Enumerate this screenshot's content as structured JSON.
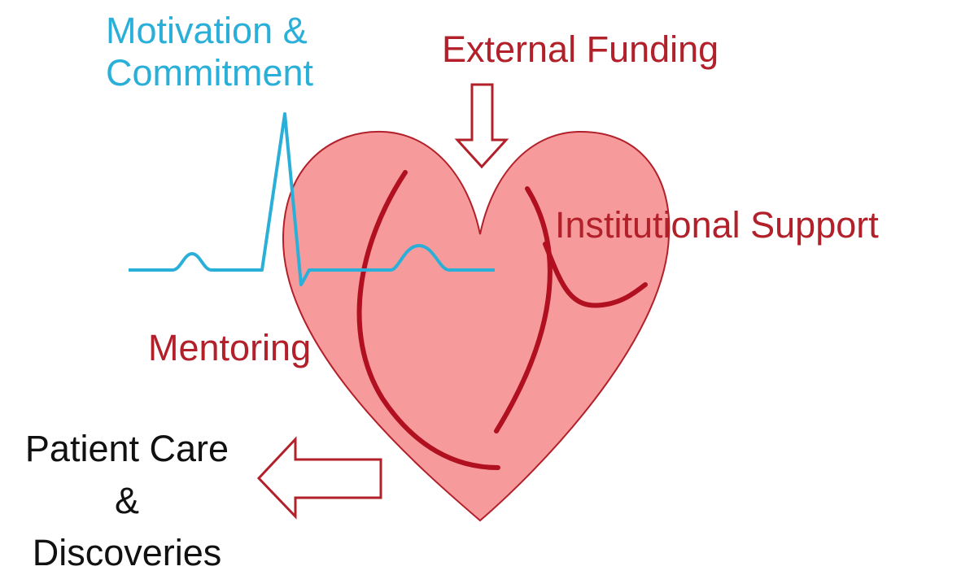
{
  "labels": {
    "motivation_line1": "Motivation &",
    "motivation_line2": "Commitment",
    "external_funding": "External Funding",
    "institutional_support": "Institutional Support",
    "mentoring": "Mentoring",
    "patient_care_line1": "Patient Care",
    "patient_care_line2": "&",
    "patient_care_line3": "Discoveries"
  },
  "colors": {
    "heart_fill": "#f79a9c",
    "heart_stroke": "#b2202a",
    "artery_stroke": "#b01020",
    "ecg_stroke": "#2ab0d8",
    "arrow_stroke": "#b2202a",
    "arrow_fill": "#ffffff",
    "accent_red": "#b2202a",
    "accent_blue": "#2ab0d8",
    "text_dark": "#111111"
  },
  "icons": {
    "heart": "heart-icon",
    "ecg": "heartbeat-icon",
    "down_arrow": "arrow-down-icon",
    "left_arrow": "arrow-left-icon"
  }
}
